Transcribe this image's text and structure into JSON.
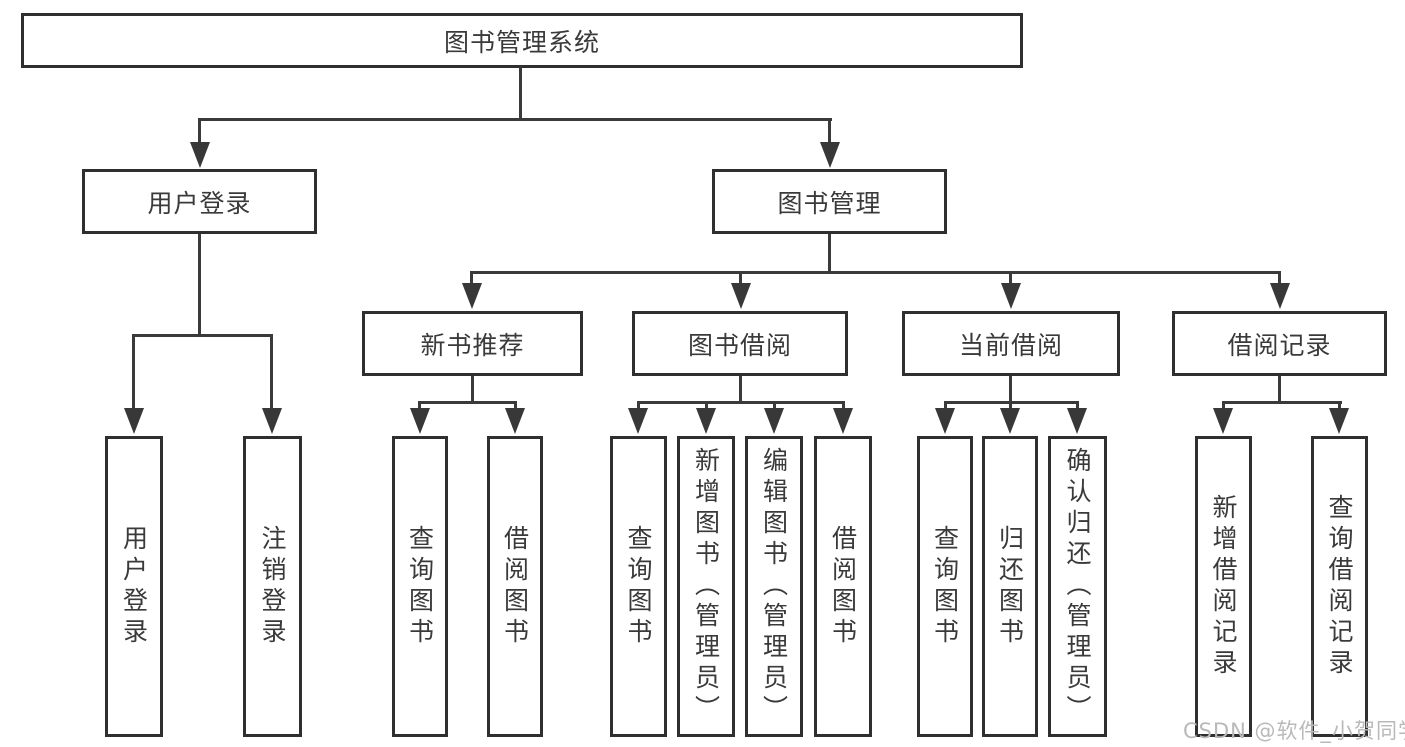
{
  "diagram": {
    "type": "hierarchy-tree",
    "root": {
      "label": "图书管理系统"
    },
    "branches": [
      {
        "label": "用户登录",
        "children": [
          {
            "label": "用户登录"
          },
          {
            "label": "注销登录"
          }
        ]
      },
      {
        "label": "图书管理",
        "children": [
          {
            "label": "新书推荐",
            "children": [
              {
                "label": "查询图书"
              },
              {
                "label": "借阅图书"
              }
            ]
          },
          {
            "label": "图书借阅",
            "children": [
              {
                "label": "查询图书"
              },
              {
                "label": "新增图书（管理员）"
              },
              {
                "label": "编辑图书（管理员）"
              },
              {
                "label": "借阅图书"
              }
            ]
          },
          {
            "label": "当前借阅",
            "children": [
              {
                "label": "查询图书"
              },
              {
                "label": "归还图书"
              },
              {
                "label": "确认归还（管理员）"
              }
            ]
          },
          {
            "label": "借阅记录",
            "children": [
              {
                "label": "新增借阅记录"
              },
              {
                "label": "查询借阅记录"
              }
            ]
          }
        ]
      }
    ]
  },
  "watermark": {
    "text": "CSDN @软件_小贺同学"
  },
  "colors": {
    "line": "#3a3a3a",
    "border": "#2f2f2f",
    "text": "#3a3a3a",
    "watermark": "#b9b9b9",
    "background": "#ffffff"
  }
}
